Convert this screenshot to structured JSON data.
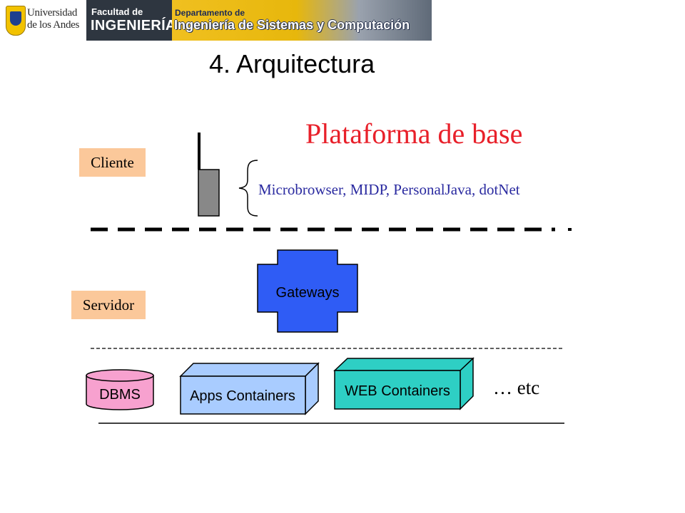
{
  "header": {
    "university": [
      "Universidad",
      "de los Andes"
    ],
    "faculty": [
      "Facultad de",
      "INGENIERÍA"
    ],
    "department": [
      "Departamento de",
      "Ingeniería de Sistemas y Computación"
    ]
  },
  "slide": {
    "title": "4. Arquitectura"
  },
  "diagram": {
    "title": "Plataforma de base",
    "tiers": {
      "client": "Cliente",
      "server": "Servidor"
    },
    "client_technologies": "Microbrowser, MIDP, PersonalJava, dotNet",
    "gateway": "Gateways",
    "backend": {
      "dbms": "DBMS",
      "apps_containers": "Apps Containers",
      "web_containers": "WEB Containers",
      "etc": "… etc"
    },
    "colors": {
      "title": "#e8202a",
      "tier_label_bg": "#fbc89a",
      "gateway": "#2f5cf5",
      "dbms": "#f7a1cf",
      "apps_containers": "#a9ccff",
      "web_containers": "#2ecfc4",
      "device": "#888888",
      "tech_text": "#2a2aa0"
    }
  }
}
